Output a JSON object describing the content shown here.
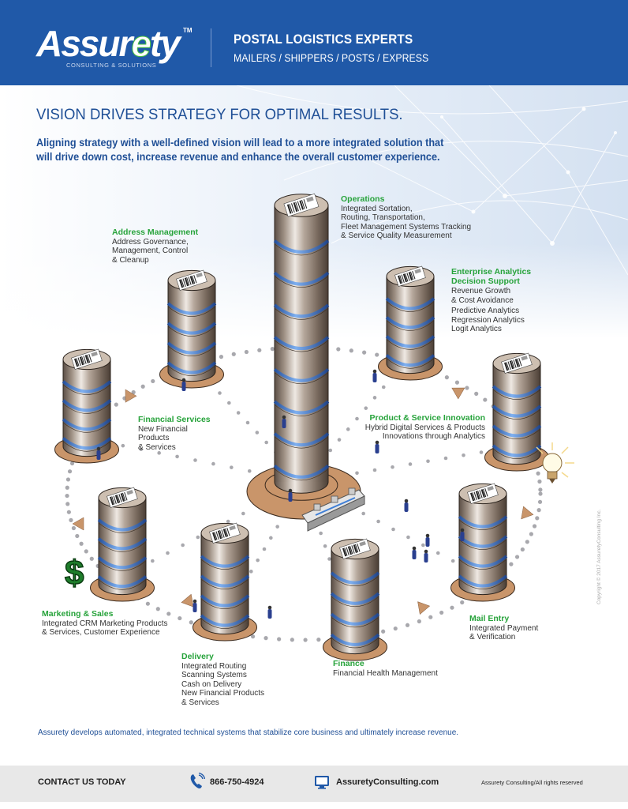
{
  "header": {
    "logo_text_pre": "Assur",
    "logo_text_e": "e",
    "logo_text_post": "ty",
    "logo_tm": "TM",
    "logo_subtitle": "CONSULTING & SOLUTIONS",
    "title": "POSTAL LOGISTICS EXPERTS",
    "subtitle": "MAILERS / SHIPPERS / POSTS / EXPRESS",
    "color": "#2059a8"
  },
  "main": {
    "headline": "VISION DRIVES STRATEGY FOR OPTIMAL RESULTS.",
    "intro": "Aligning strategy with a well-defined vision will lead to a more integrated solution that will drive down cost, increase revenue and enhance the overall customer experience."
  },
  "diagram": {
    "accent_green": "#27a33b",
    "band_blue": "#3f7fd6",
    "nodes": [
      {
        "id": "operations",
        "title": "Operations",
        "lines": [
          "Integrated Sortation,",
          "Routing, Transportation,",
          "Fleet Management Systems Tracking",
          "& Service Quality Measurement"
        ]
      },
      {
        "id": "address-management",
        "title": "Address Management",
        "lines": [
          "Address Governance,",
          "Management, Control",
          "& Cleanup"
        ]
      },
      {
        "id": "enterprise-analytics",
        "title": "Enterprise Analytics\nDecision Support",
        "title_lines": [
          "Enterprise Analytics",
          "Decision Support"
        ],
        "lines": [
          "Revenue Growth",
          "& Cost Avoidance",
          "Predictive Analytics",
          "Regression Analytics",
          "Logit Analytics"
        ]
      },
      {
        "id": "financial-services",
        "title": "Financial Services",
        "lines": [
          "New Financial",
          "Products",
          "& Services"
        ]
      },
      {
        "id": "product-service-innovation",
        "title": "Product & Service Innovation",
        "lines": [
          "Hybrid Digital Services & Products",
          "Innovations through Analytics"
        ]
      },
      {
        "id": "marketing-sales",
        "title": "Marketing & Sales",
        "lines": [
          "Integrated CRM Marketing Products",
          "& Services, Customer Experience"
        ]
      },
      {
        "id": "delivery",
        "title": "Delivery",
        "lines": [
          "Integrated Routing",
          "Scanning Systems",
          "Cash on Delivery",
          "New Financial Products",
          "& Services"
        ]
      },
      {
        "id": "finance",
        "title": "Finance",
        "lines": [
          "Financial Health Management"
        ]
      },
      {
        "id": "mail-entry",
        "title": "Mail Entry",
        "lines": [
          "Integrated Payment",
          "& Verification"
        ]
      }
    ],
    "icons": [
      "dollar-sign-icon",
      "lightbulb-icon",
      "barcode-icon"
    ]
  },
  "footnote": "Assurety develops automated, integrated technical systems that stabilize core business and ultimately increase revenue.",
  "copyright": "Copyright © 2017 AssuretyConsulting Inc.",
  "footer": {
    "contact_label": "CONTACT US TODAY",
    "phone": "866-750-4924",
    "website": "AssuretyConsulting.com",
    "rights": "Assurety Consulting/All rights reserved"
  }
}
